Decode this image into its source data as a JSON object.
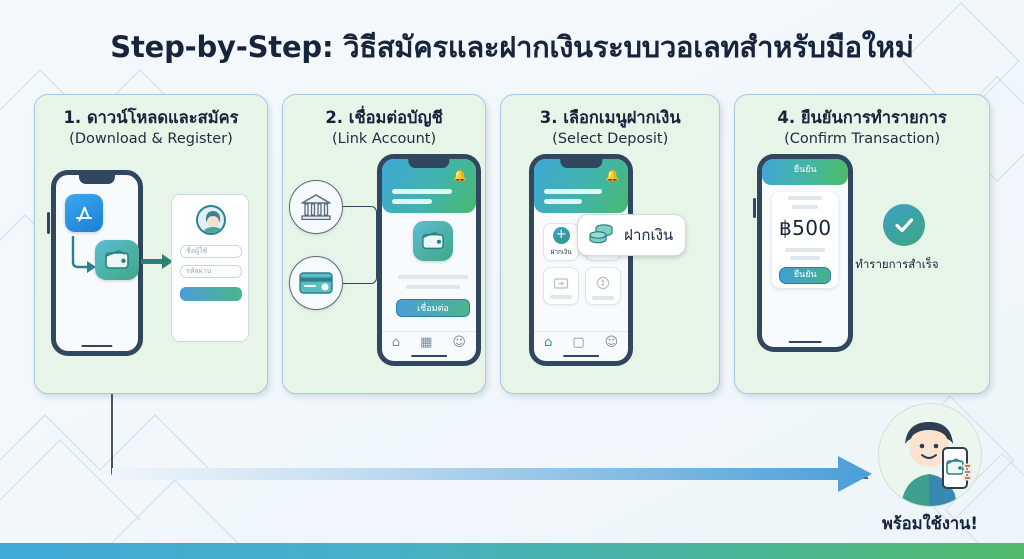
{
  "header": {
    "title": "Step-by-Step: วิธีสมัครและฝากเงินระบบวอเลทสำหรับมือใหม่"
  },
  "colors": {
    "page_background": "#f2f7fb",
    "card_background": "#e7f5e8",
    "card_border": "#a8c9e6",
    "title_text": "#16243c",
    "phone_frame": "#31475f",
    "accent_blue": "#3fa6d6",
    "accent_green": "#4cbb66",
    "arrow_blue": "#4a9ed8"
  },
  "steps": [
    {
      "number": "1.",
      "title_th": "1. ดาวน์โหลดและสมัคร",
      "title_en": "(Download & Register)",
      "icons": [
        "app-store-icon",
        "wallet-icon",
        "arrow-right-icon",
        "avatar-icon"
      ],
      "form": {
        "username_placeholder": "ชื่อผู้ใช้",
        "password_placeholder": "รหัสผ่าน",
        "submit_label": ""
      }
    },
    {
      "number": "2.",
      "title_th": "2. เชื่อมต่อบัญชี",
      "title_en": "(Link Account)",
      "icons": [
        "bank-icon",
        "credit-card-icon",
        "wallet-icon",
        "bell-icon"
      ],
      "phone": {
        "button_label": "เชื่อมต่อ",
        "nav_items": [
          "home-icon",
          "grid-icon",
          "person-icon"
        ]
      }
    },
    {
      "number": "3.",
      "title_th": "3. เลือกเมนูฝากเงิน",
      "title_en": "(Select Deposit)",
      "icons": [
        "plus-circle-icon",
        "coins-icon",
        "bell-icon"
      ],
      "phone": {
        "tile_label": "ฝากเงิน",
        "callout_label": "ฝากเงิน",
        "nav_items": [
          "home-icon",
          "wallet-icon",
          "person-icon"
        ]
      }
    },
    {
      "number": "4.",
      "title_th": "4. ยืนยันการทำรายการ",
      "title_en": "(Confirm Transaction)",
      "icons": [
        "check-circle-icon"
      ],
      "phone": {
        "header_label": "ยืนยัน",
        "amount": "฿500",
        "button_label": "ยืนยัน"
      },
      "success_label": "ทำรายการสำเร็จ"
    }
  ],
  "footer": {
    "ready_label": "พร้อมใช้งาน!"
  }
}
